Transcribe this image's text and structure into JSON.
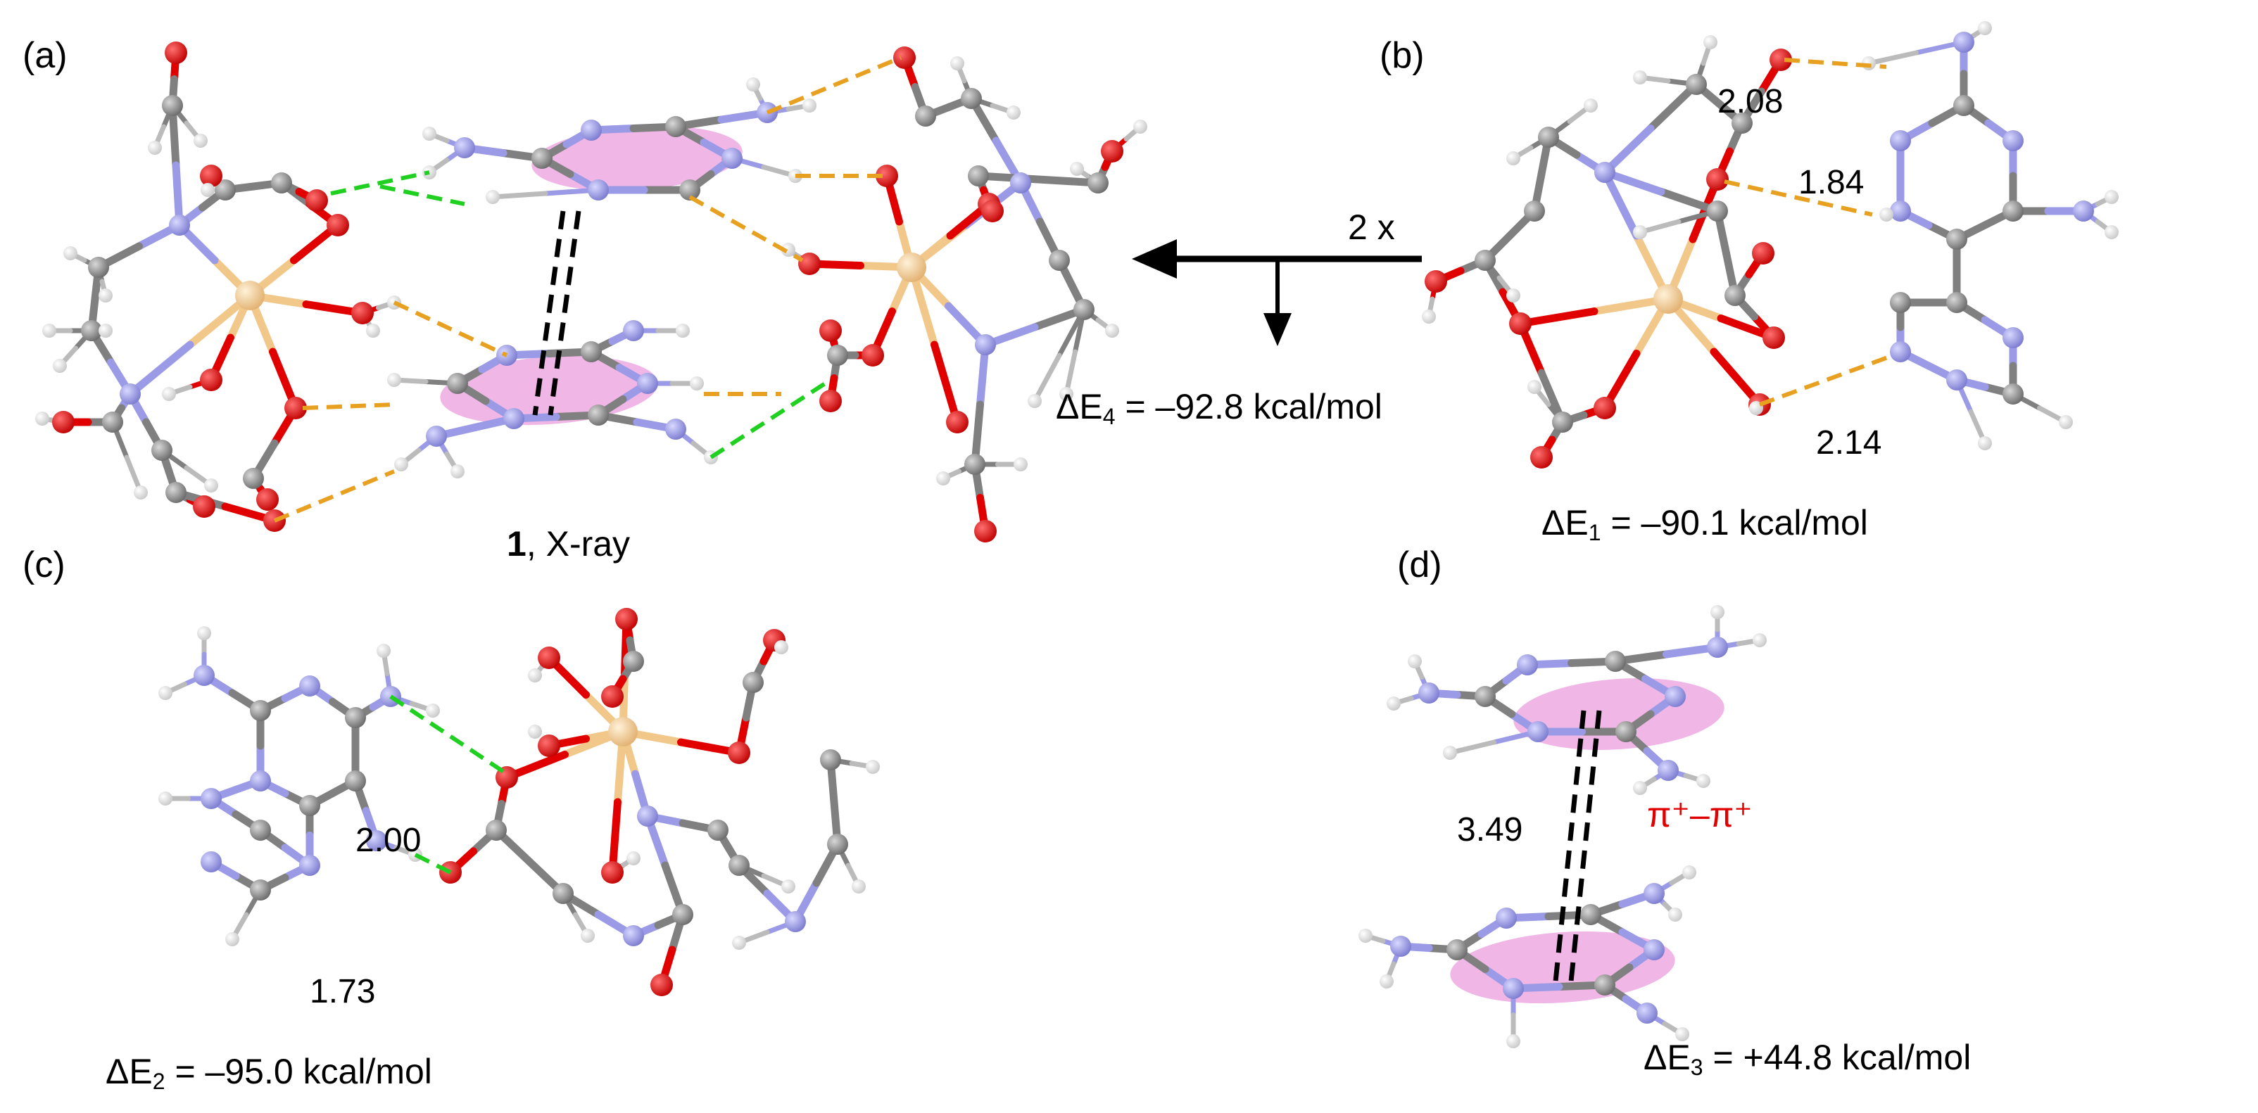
{
  "panels": {
    "a": {
      "label": "(a)",
      "caption_bold": "1",
      "caption_rest": ", X-ray"
    },
    "b": {
      "label": "(b)",
      "mult": "2 x",
      "d1": "2.08",
      "d2": "1.84",
      "d3": "2.14",
      "energy_prefix": "ΔE",
      "energy_sub": "1",
      "energy_value": " = –90.1 kcal/mol"
    },
    "c": {
      "label": "(c)",
      "d1": "2.00",
      "d2": "1.73",
      "energy_prefix": "ΔE",
      "energy_sub": "2",
      "energy_value": " = –95.0 kcal/mol"
    },
    "d": {
      "label": "(d)",
      "d1": "3.49",
      "pi_label": "π⁺–π⁺",
      "energy_prefix": "ΔE",
      "energy_sub": "3",
      "energy_value": " = +44.8 kcal/mol"
    },
    "arrow": {
      "energy_prefix": "ΔE",
      "energy_sub": "4",
      "energy_value": " = –92.8 kcal/mol"
    }
  },
  "colors": {
    "carbon": "#808080",
    "oxygen": "#e00000",
    "nitrogen": "#9a9ae6",
    "hydrogen": "#f0f0f0",
    "metal": "#f2c88a",
    "ring_fill": "#f0b6e6",
    "hbond_orange": "#e8a020",
    "hbond_green": "#20d020",
    "stack": "#000000"
  }
}
